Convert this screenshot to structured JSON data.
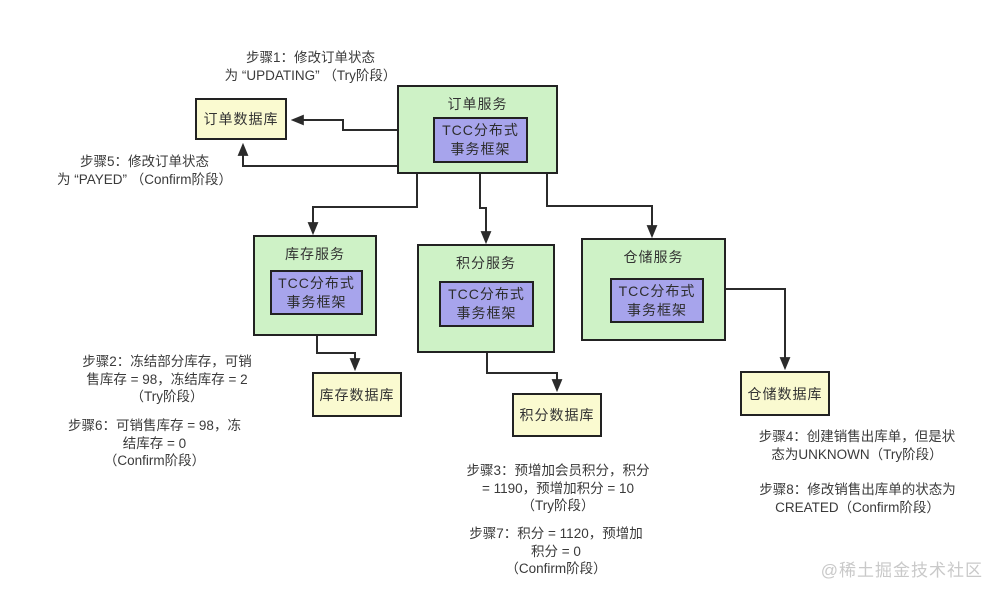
{
  "colors": {
    "service_fill": "#cef2c6",
    "database_fill": "#fafad0",
    "framework_fill": "#a7a4ec",
    "border": "#222222",
    "arrow": "#2b2b2b",
    "text": "#3a3a3a",
    "watermark": "#c9c9c9"
  },
  "services": [
    {
      "name": "order",
      "title": "订单服务",
      "framework": "TCC分布式\n事务框架"
    },
    {
      "name": "stock",
      "title": "库存服务",
      "framework": "TCC分布式\n事务框架"
    },
    {
      "name": "points",
      "title": "积分服务",
      "framework": "TCC分布式\n事务框架"
    },
    {
      "name": "warehouse",
      "title": "仓储服务",
      "framework": "TCC分布式\n事务框架"
    }
  ],
  "databases": [
    {
      "name": "order-db",
      "label": "订单数据库"
    },
    {
      "name": "stock-db",
      "label": "库存数据库"
    },
    {
      "name": "points-db",
      "label": "积分数据库"
    },
    {
      "name": "warehouse-db",
      "label": "仓储数据库"
    }
  ],
  "steps": [
    {
      "id": 1,
      "phase": "Try",
      "text": "步骤1：修改订单状态\n为 “UPDATING” （Try阶段）"
    },
    {
      "id": 5,
      "phase": "Confirm",
      "text": "步骤5：修改订单状态\n为 “PAYED” （Confirm阶段）"
    },
    {
      "id": 2,
      "phase": "Try",
      "text": "步骤2：冻结部分库存，可销\n售库存 = 98，冻结库存 = 2\n（Try阶段）"
    },
    {
      "id": 6,
      "phase": "Confirm",
      "text": "步骤6：可销售库存 = 98，冻\n结库存 = 0\n（Confirm阶段）"
    },
    {
      "id": 3,
      "phase": "Try",
      "text": "步骤3：预增加会员积分，积分\n= 1190，预增加积分 = 10\n（Try阶段）"
    },
    {
      "id": 7,
      "phase": "Confirm",
      "text": "步骤7：积分 = 1120，预增加\n积分 = 0\n（Confirm阶段）"
    },
    {
      "id": 4,
      "phase": "Try",
      "text": "步骤4：创建销售出库单，但是状\n态为UNKNOWN（Try阶段）"
    },
    {
      "id": 8,
      "phase": "Confirm",
      "text": "步骤8：修改销售出库单的状态为\nCREATED（Confirm阶段）"
    }
  ],
  "watermark": "@稀土掘金技术社区"
}
